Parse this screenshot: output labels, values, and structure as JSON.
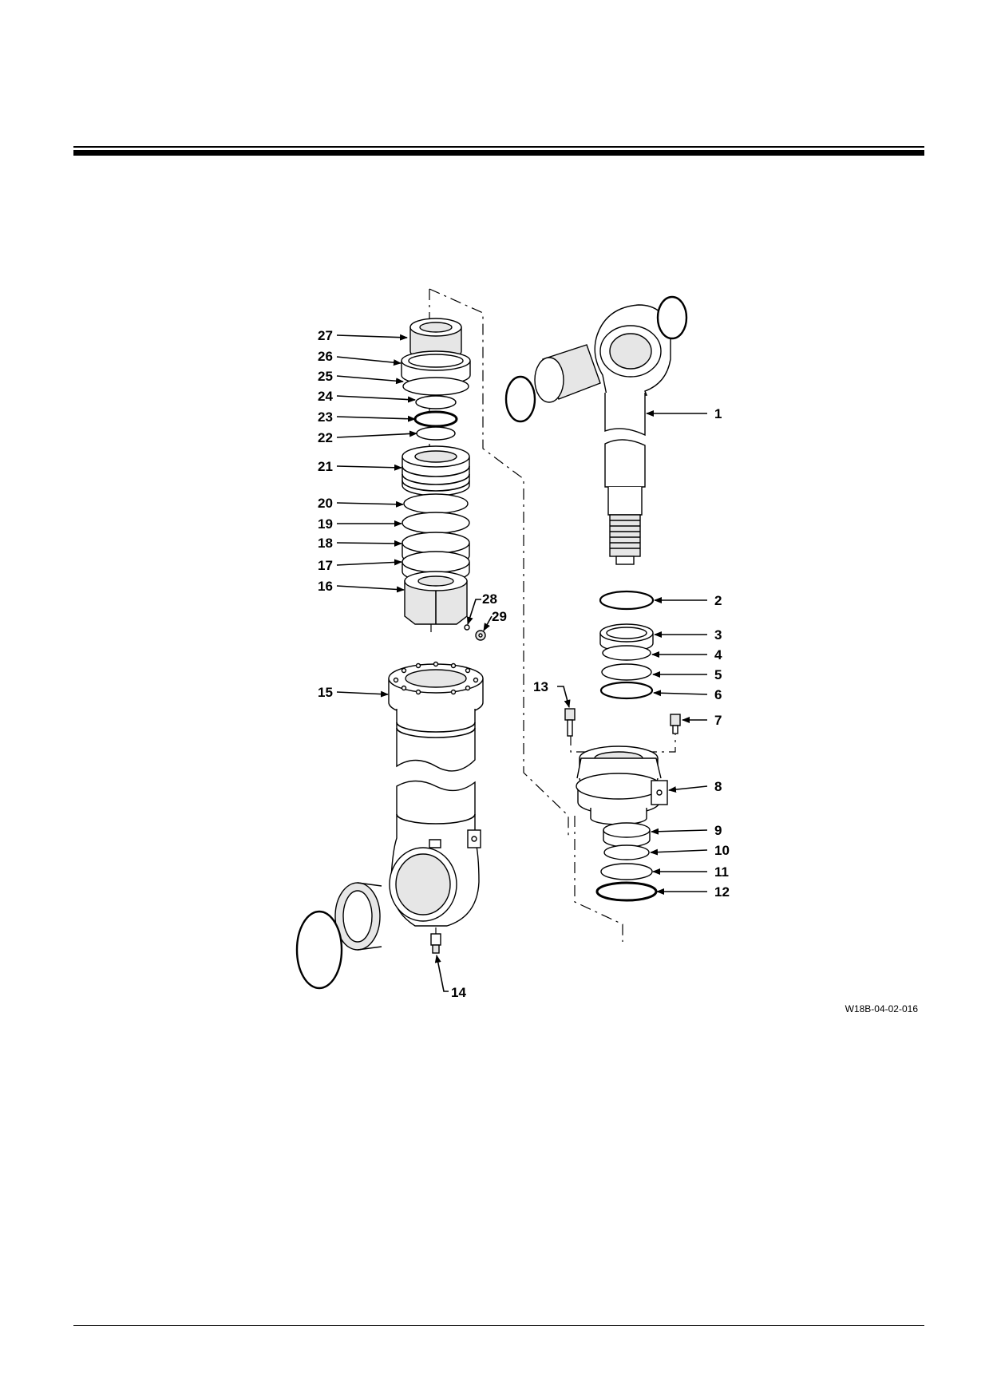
{
  "figure_code": "W18B-04-02-016",
  "callouts": [
    {
      "id": "1",
      "text": "1"
    },
    {
      "id": "2",
      "text": "2"
    },
    {
      "id": "3",
      "text": "3"
    },
    {
      "id": "4",
      "text": "4"
    },
    {
      "id": "5",
      "text": "5"
    },
    {
      "id": "6",
      "text": "6"
    },
    {
      "id": "7",
      "text": "7"
    },
    {
      "id": "8",
      "text": "8"
    },
    {
      "id": "9",
      "text": "9"
    },
    {
      "id": "10",
      "text": "10"
    },
    {
      "id": "11",
      "text": "11"
    },
    {
      "id": "12",
      "text": "12"
    },
    {
      "id": "13",
      "text": "13"
    },
    {
      "id": "14",
      "text": "14"
    },
    {
      "id": "15",
      "text": "15"
    },
    {
      "id": "16",
      "text": "16"
    },
    {
      "id": "17",
      "text": "17"
    },
    {
      "id": "18",
      "text": "18"
    },
    {
      "id": "19",
      "text": "19"
    },
    {
      "id": "20",
      "text": "20"
    },
    {
      "id": "21",
      "text": "21"
    },
    {
      "id": "22",
      "text": "22"
    },
    {
      "id": "23",
      "text": "23"
    },
    {
      "id": "24",
      "text": "24"
    },
    {
      "id": "25",
      "text": "25"
    },
    {
      "id": "26",
      "text": "26"
    },
    {
      "id": "27",
      "text": "27"
    },
    {
      "id": "28",
      "text": "28"
    },
    {
      "id": "29",
      "text": "29"
    }
  ]
}
